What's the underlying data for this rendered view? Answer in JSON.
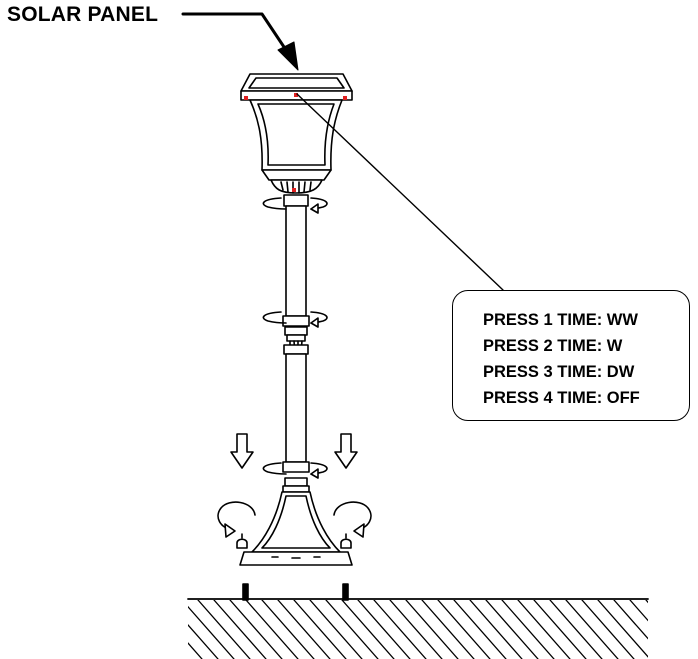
{
  "solar_panel_label": "SOLAR PANEL",
  "button_modes": [
    "PRESS 1 TIME: WW",
    "PRESS 2 TIME: W",
    "PRESS 3 TIME: DW",
    "PRESS 4 TIME: OFF"
  ],
  "colors": {
    "line": "#000000",
    "button_marker": "#e02020",
    "background": "#ffffff"
  }
}
